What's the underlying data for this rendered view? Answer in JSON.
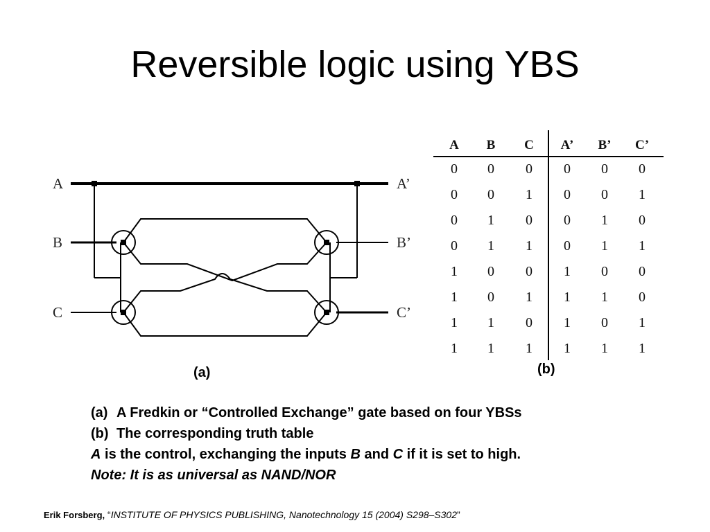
{
  "slide": {
    "title": "Reversible logic using YBS"
  },
  "circuit": {
    "inputs": [
      "A",
      "B",
      "C"
    ],
    "outputs": [
      "A’",
      "B’",
      "C’"
    ],
    "caption": "(a)"
  },
  "truth_table": {
    "headers": [
      "A",
      "B",
      "C",
      "A’",
      "B’",
      "C’"
    ],
    "rows": [
      [
        "0",
        "0",
        "0",
        "0",
        "0",
        "0"
      ],
      [
        "0",
        "0",
        "1",
        "0",
        "0",
        "1"
      ],
      [
        "0",
        "1",
        "0",
        "0",
        "1",
        "0"
      ],
      [
        "0",
        "1",
        "1",
        "0",
        "1",
        "1"
      ],
      [
        "1",
        "0",
        "0",
        "1",
        "0",
        "0"
      ],
      [
        "1",
        "0",
        "1",
        "1",
        "1",
        "0"
      ],
      [
        "1",
        "1",
        "0",
        "1",
        "0",
        "1"
      ],
      [
        "1",
        "1",
        "1",
        "1",
        "1",
        "1"
      ]
    ],
    "caption": "(b)"
  },
  "description": {
    "item_a_label": "(a)",
    "item_a_text": "A Fredkin or “Controlled Exchange” gate based on four YBSs",
    "item_b_label": "(b)",
    "item_b_text": "The corresponding truth table",
    "control_var": "A",
    "control_text_1": " is the control, exchanging the inputs ",
    "input_b": "B",
    "and_text": " and ",
    "input_c": "C",
    "control_text_2": " if it is set to high.",
    "note": "Note: It is as universal as NAND/NOR"
  },
  "citation": {
    "author": "Erik Forsberg,",
    "open_quote": " “",
    "source": "INSTITUTE OF PHYSICS PUBLISHING, Nanotechnology 15 (2004) S298–S302",
    "close_quote": "”"
  }
}
